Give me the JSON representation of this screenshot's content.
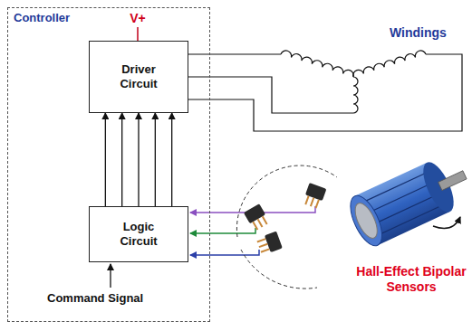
{
  "diagram": {
    "nodes": [
      {
        "text": [
          "Controller"
        ]
      },
      {
        "text": [
          "Driver Circuit"
        ],
        "in": 0
      },
      {
        "text": [
          "Logic Circuit"
        ],
        "in": 0
      }
    ],
    "edges": [
      {
        "from": 2,
        "to": 1,
        "arrow": "to"
      },
      {
        "from": 2,
        "to": 1,
        "arrow": "to"
      },
      {
        "from": 2,
        "to": 1,
        "arrow": "to"
      },
      {
        "from": 2,
        "to": 1,
        "arrow": "to"
      },
      {
        "from": 2,
        "to": 1,
        "arrow": "to"
      }
    ],
    "labels": [
      "V+",
      "Windings",
      "Hall-Effect Bipolar Sensors",
      "Command Signal"
    ]
  }
}
